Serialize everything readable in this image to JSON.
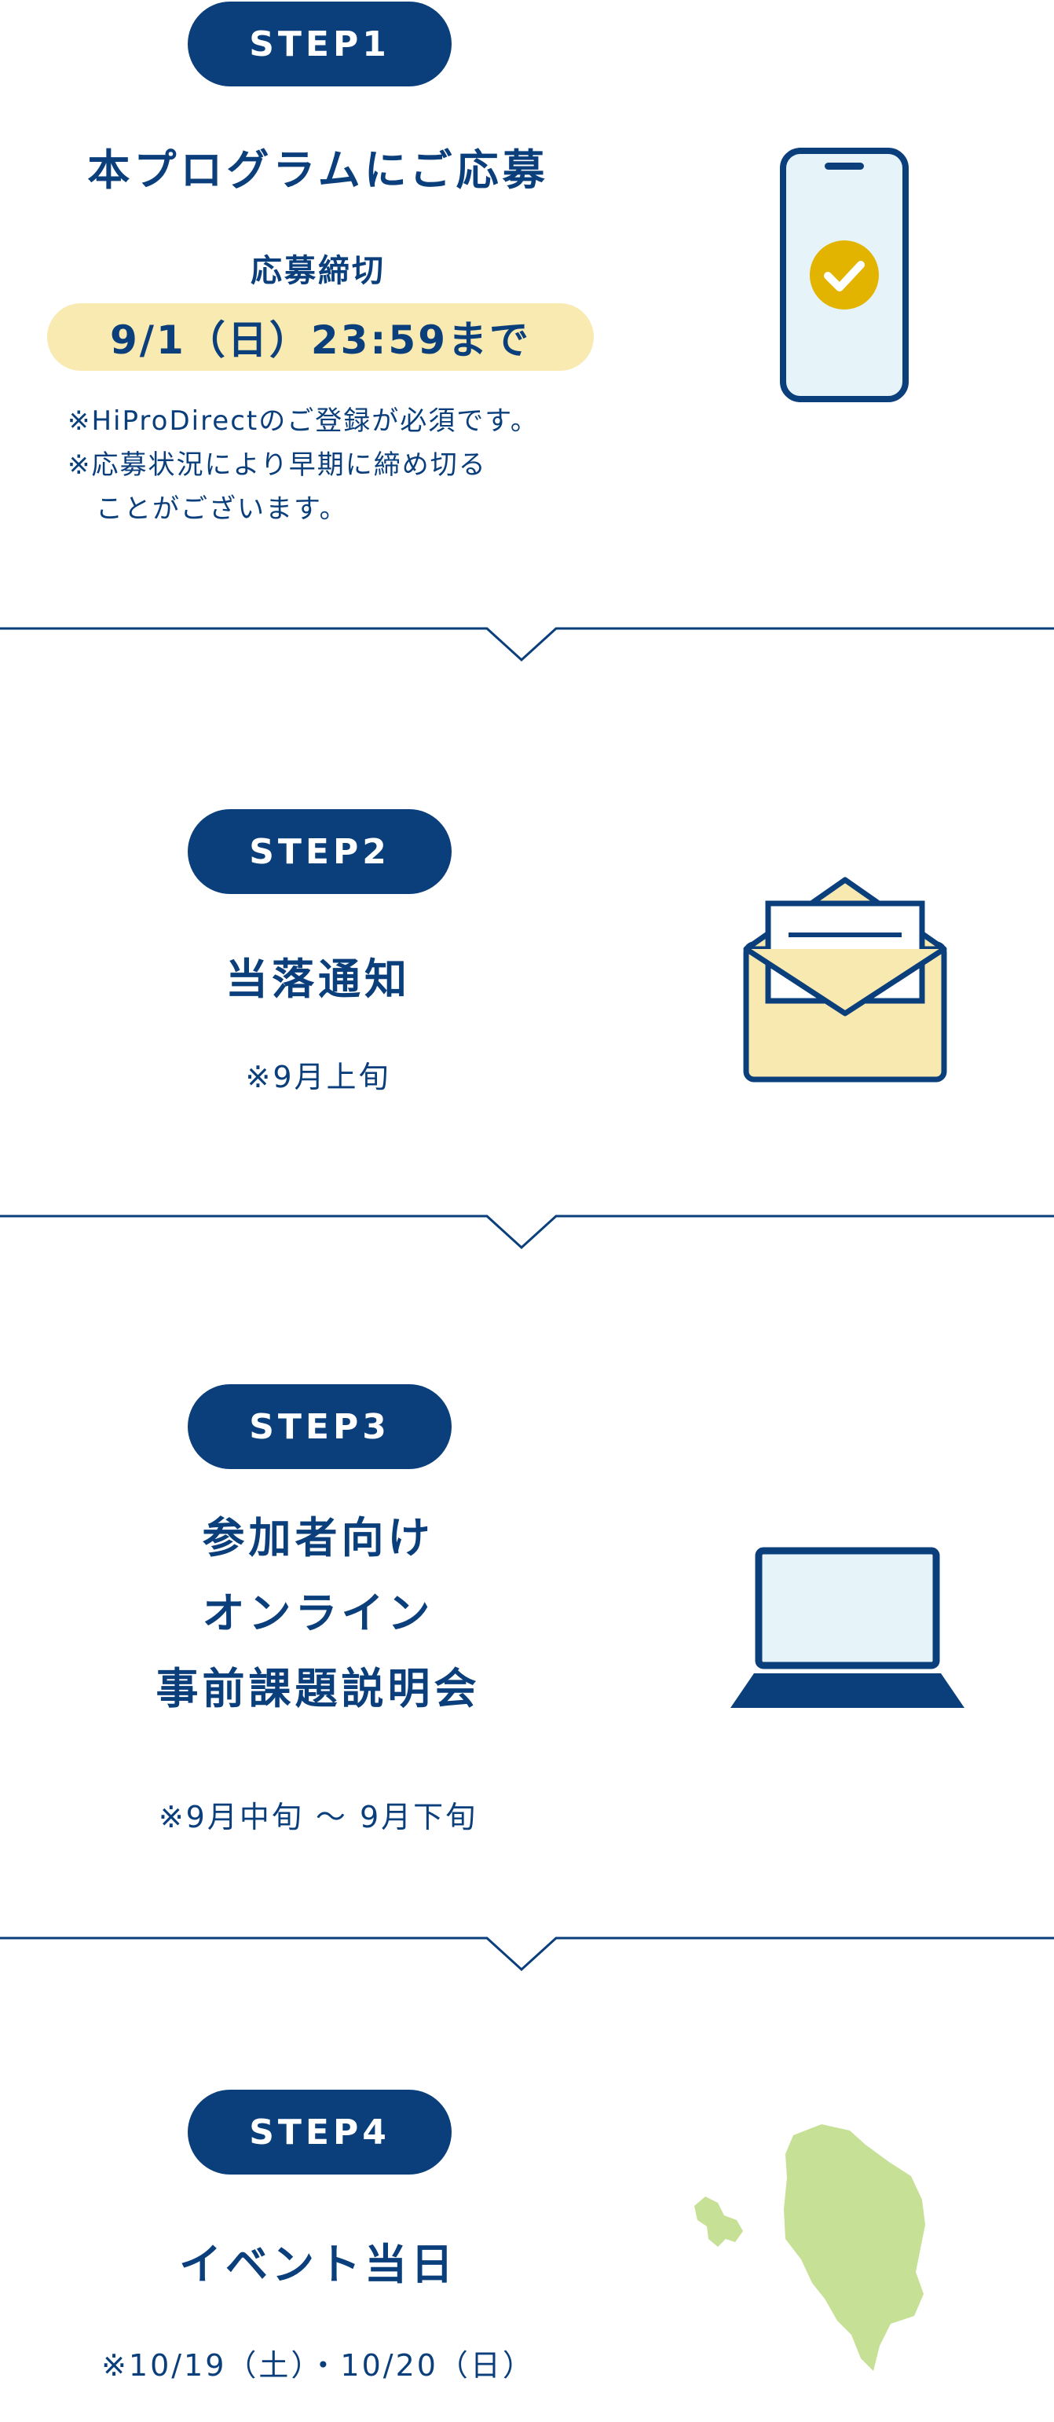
{
  "step1": {
    "badge": "STEP1",
    "title": "本プログラムにご応募",
    "deadline_label": "応募締切",
    "deadline": "9/1（日）23:59まで",
    "notes": [
      "※HiProDirectのご登録が必須です。",
      "※応募状況により早期に締め切る",
      "　ことがございます。"
    ],
    "icon": "smartphone-check-icon"
  },
  "step2": {
    "badge": "STEP2",
    "title": "当落通知",
    "note": "※9月上旬",
    "icon": "envelope-letter-icon"
  },
  "step3": {
    "badge": "STEP3",
    "title_lines": [
      "参加者向け",
      "オンライン",
      "事前課題説明会"
    ],
    "note": "※9月中旬 〜 9月下旬",
    "icon": "laptop-icon"
  },
  "step4": {
    "badge": "STEP4",
    "title": "イベント当日",
    "note": "※10/19（土）・10/20（日）",
    "icon": "island-map-icon"
  },
  "colors": {
    "navy": "#0b3f7c",
    "yellow_highlight": "#f8eab0",
    "check_yellow": "#e2b400",
    "light_blue": "#e6f3f9",
    "envelope_cream": "#f7e9b0",
    "island_green": "#c6e095"
  }
}
